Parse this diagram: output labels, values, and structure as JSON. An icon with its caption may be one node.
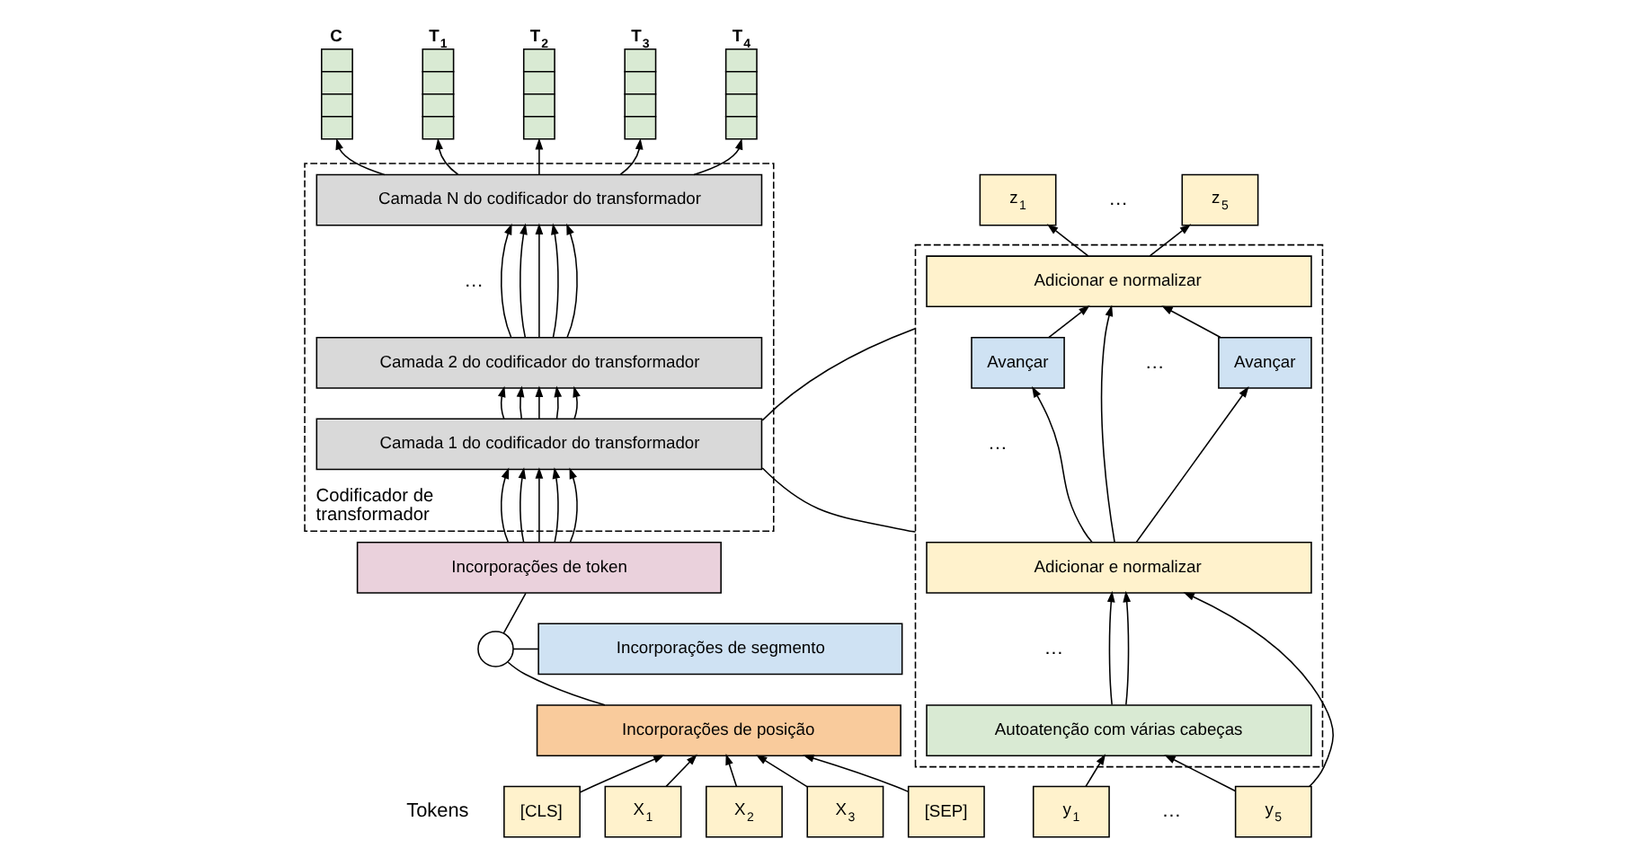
{
  "diagram": {
    "nodes": [
      {
        "text": [
          "C"
        ]
      },
      {
        "text": [
          "T$_{1}$"
        ]
      },
      {
        "text": [
          "T$_{2}$"
        ]
      },
      {
        "text": [
          "T$_{3}$"
        ]
      },
      {
        "text": [
          "T$_{4}$"
        ]
      },
      {
        "text": [
          "Codificador de transformador"
        ]
      },
      {
        "text": [
          "Camada N do codificador do transformador"
        ],
        "in": 5
      },
      {
        "text": [
          "Camada 2 do codificador do transformador"
        ],
        "in": 5
      },
      {
        "text": [
          "Camada 1 do codificador do transformador"
        ],
        "in": 5
      },
      {
        "text": [
          "Incorporações de token"
        ]
      },
      {
        "text": [
          "Incorporações de segmento"
        ]
      },
      {
        "text": [
          "Incorporações de posição"
        ]
      },
      {
        "text": [],
        "shape": "circle"
      },
      {
        "text": [
          "[CLS]"
        ]
      },
      {
        "text": [
          "X$_{1}$"
        ]
      },
      {
        "text": [
          "X$_{2}$"
        ]
      },
      {
        "text": [
          "X$_{3}$"
        ]
      },
      {
        "text": [
          "[SEP]"
        ]
      },
      {
        "text": [],
        "shape": "box"
      },
      {
        "text": [
          "Adicionar e normalizar"
        ],
        "in": 18
      },
      {
        "text": [
          "Avançar"
        ],
        "in": 18
      },
      {
        "text": [
          "Avançar"
        ],
        "in": 18
      },
      {
        "text": [
          "Adicionar e normalizar"
        ],
        "in": 18
      },
      {
        "text": [
          "Autoatenção com várias cabeças"
        ],
        "in": 18
      },
      {
        "text": [
          "z$_{1}$"
        ]
      },
      {
        "text": [
          "z$_{5}$"
        ]
      },
      {
        "text": [
          "y$_{1}$"
        ]
      },
      {
        "text": [
          "y$_{5}$"
        ]
      }
    ],
    "edges": [
      {
        "from": 13,
        "to": 11,
        "arrow": "to"
      },
      {
        "from": 14,
        "to": 11,
        "arrow": "to"
      },
      {
        "from": 15,
        "to": 11,
        "arrow": "to"
      },
      {
        "from": 16,
        "to": 11,
        "arrow": "to"
      },
      {
        "from": 17,
        "to": 11,
        "arrow": "to"
      },
      {
        "from": 12,
        "to": 9,
        "arrow": "none"
      },
      {
        "from": 12,
        "to": 10,
        "arrow": "none"
      },
      {
        "from": 12,
        "to": 11,
        "arrow": "none"
      },
      {
        "from": 9,
        "to": 8,
        "arrow": "to"
      },
      {
        "from": 9,
        "to": 8,
        "arrow": "to"
      },
      {
        "from": 9,
        "to": 8,
        "arrow": "to"
      },
      {
        "from": 9,
        "to": 8,
        "arrow": "to"
      },
      {
        "from": 9,
        "to": 8,
        "arrow": "to"
      },
      {
        "from": 8,
        "to": 7,
        "arrow": "to"
      },
      {
        "from": 8,
        "to": 7,
        "arrow": "to"
      },
      {
        "from": 8,
        "to": 7,
        "arrow": "to"
      },
      {
        "from": 8,
        "to": 7,
        "arrow": "to"
      },
      {
        "from": 8,
        "to": 7,
        "arrow": "to"
      },
      {
        "from": 7,
        "to": 6,
        "arrow": "to"
      },
      {
        "from": 7,
        "to": 6,
        "arrow": "to"
      },
      {
        "from": 7,
        "to": 6,
        "arrow": "to"
      },
      {
        "from": 7,
        "to": 6,
        "arrow": "to"
      },
      {
        "from": 7,
        "to": 6,
        "arrow": "to"
      },
      {
        "from": 6,
        "to": 0,
        "arrow": "to"
      },
      {
        "from": 6,
        "to": 1,
        "arrow": "to"
      },
      {
        "from": 6,
        "to": 2,
        "arrow": "to"
      },
      {
        "from": 6,
        "to": 3,
        "arrow": "to"
      },
      {
        "from": 6,
        "to": 4,
        "arrow": "to"
      },
      {
        "from": 8,
        "to": 18,
        "arrow": "none"
      },
      {
        "from": 8,
        "to": 18,
        "arrow": "none"
      },
      {
        "from": 26,
        "to": 23,
        "arrow": "to"
      },
      {
        "from": 27,
        "to": 23,
        "arrow": "to"
      },
      {
        "from": 27,
        "to": 22,
        "arrow": "to"
      },
      {
        "from": 23,
        "to": 22,
        "arrow": "to"
      },
      {
        "from": 23,
        "to": 22,
        "arrow": "to"
      },
      {
        "from": 22,
        "to": 20,
        "arrow": "to"
      },
      {
        "from": 22,
        "to": 21,
        "arrow": "to"
      },
      {
        "from": 22,
        "to": 19,
        "arrow": "to"
      },
      {
        "from": 20,
        "to": 19,
        "arrow": "to"
      },
      {
        "from": 21,
        "to": 19,
        "arrow": "to"
      },
      {
        "from": 19,
        "to": 24,
        "arrow": "to"
      },
      {
        "from": 19,
        "to": 25,
        "arrow": "to"
      }
    ],
    "labels": [
      "…",
      "…",
      "…",
      "…",
      "…",
      "…",
      "Tokens"
    ]
  }
}
